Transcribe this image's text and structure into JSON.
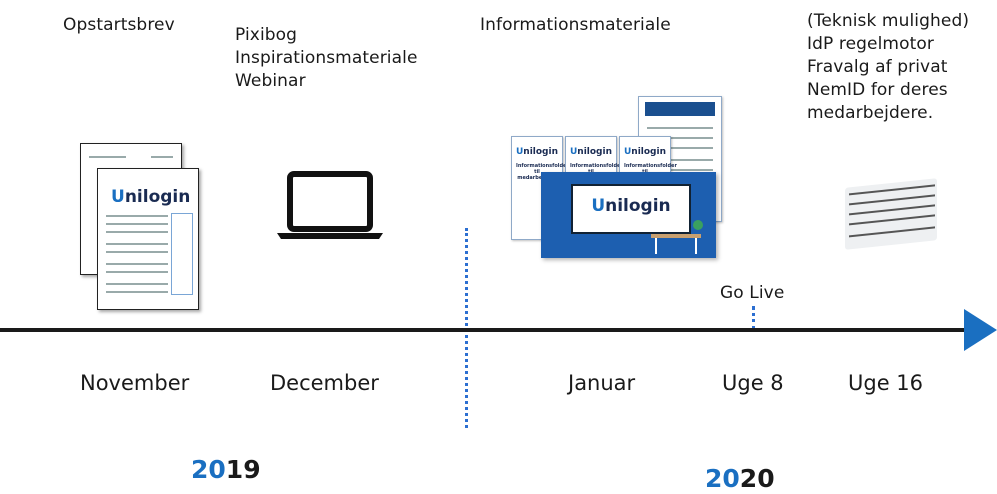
{
  "milestones": [
    {
      "label": "Opstartsbrev",
      "period": "November"
    },
    {
      "label": "Pixibog\nInspirationsmateriale\nWebinar",
      "period": "December"
    },
    {
      "label": "Informationsmateriale",
      "period": "Januar"
    },
    {
      "label": "Go Live",
      "period": "Uge 8"
    },
    {
      "label": "(Teknisk mulighed)\nIdP regelmotor\nFravalg af privat\nNemID for deres\nmedarbejdere.",
      "period": "Uge 16"
    }
  ],
  "years": [
    {
      "hi": "20",
      "lo": "19"
    },
    {
      "hi": "20",
      "lo": "20"
    }
  ],
  "colors": {
    "accent": "#1a6fc1",
    "timeline": "#1a1a1a",
    "arrow": "#1a6fc1",
    "divider": "#2c6fd1"
  },
  "icons": [
    "document-stack-image",
    "laptop-icon",
    "information-material-image",
    "nemid-card-image",
    "timeline-arrow-icon"
  ],
  "brand": {
    "u": "U",
    "rest": "nilogin"
  },
  "info_card": {
    "line1": "Informationsfolder",
    "line2": "til medarbejdere"
  }
}
